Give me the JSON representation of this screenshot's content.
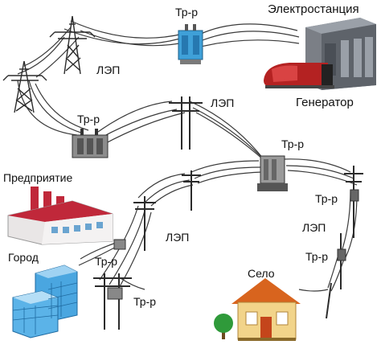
{
  "labels": {
    "power_station": "Электростанция",
    "generator": "Генератор",
    "transformer_top": "Тр-р",
    "line_top": "ЛЭП",
    "line_middle": "ЛЭП",
    "transformer_left": "Тр-р",
    "transformer_center": "Тр-р",
    "enterprise": "Предприятие",
    "city": "Город",
    "transformer_city": "Тр-р",
    "line_lower": "ЛЭП",
    "transformer_bottom": "Тр-р",
    "transformer_right": "Тр-р",
    "line_right": "ЛЭП",
    "transformer_right_low": "Тр-р",
    "village": "Село"
  },
  "colors": {
    "wire": "#3a3a3a",
    "pole": "#2b2b2b",
    "factory_roof": "#c0283a",
    "factory_wall": "#e9e6e6",
    "city_glass": "#4aa6e0",
    "house_wall": "#f2d48a",
    "house_roof": "#d8641e",
    "generator_red": "#b42222",
    "station_grey": "#7b7f86",
    "substation_blue": "#3fa0d8",
    "tree_green": "#2f9a3a"
  }
}
